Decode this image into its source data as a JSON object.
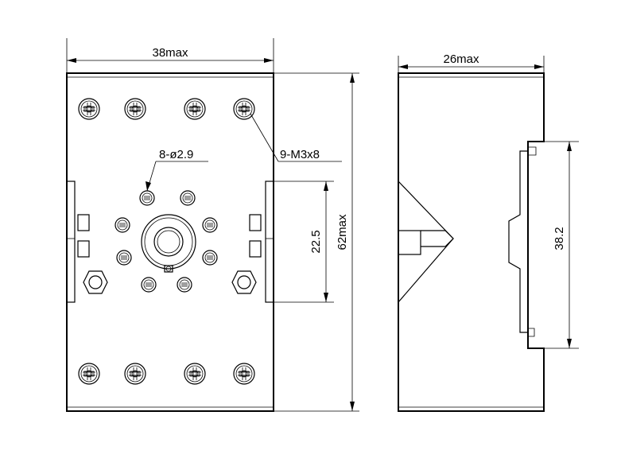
{
  "front_view": {
    "width_label": "38max",
    "hole_label": "8-ø2.9",
    "screw_label": "9-M3x8",
    "pitch_label": "22.5",
    "height_label": "62max"
  },
  "side_view": {
    "depth_label": "26max",
    "rail_label": "38.2"
  },
  "colors": {
    "line": "#000000",
    "background": "#ffffff"
  }
}
